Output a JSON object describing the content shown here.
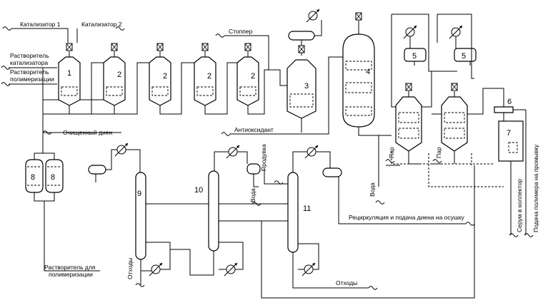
{
  "labels": {
    "catalyst1": "Катализатор 1",
    "catalyst2": "Катализатор 2",
    "solvent_cat_1": "Растворитель",
    "solvent_cat_2": "катализатора",
    "solvent_pol_1": "Растворитель",
    "solvent_pol_2": "полимеризации",
    "stopper": "Стоппер",
    "purified_diene": "Очищенный диен",
    "antioxidant": "Антиоксидант",
    "purge": "Продувка",
    "water1": "Вода",
    "water2": "Вода",
    "steam1": "Пар",
    "steam2": "Пар",
    "serum": "Серум в коллектор",
    "wash": "Подача полимера на промывку",
    "recycle": "Рециркуляция и подача диена на осушку",
    "solvent_poly_1": "Растворитель для",
    "solvent_poly_2": "полимеризации",
    "waste1": "Отходы",
    "waste2": "Отходы"
  },
  "units": {
    "r1": "1",
    "r2a": "2",
    "r2b": "2",
    "r2c": "2",
    "r2d": "2",
    "r3": "3",
    "r4": "4",
    "h5a": "5",
    "h5b": "5",
    "u6": "6",
    "u7": "7",
    "d8a": "8",
    "d8b": "8",
    "c9": "9",
    "c10": "10",
    "c11": "11"
  }
}
